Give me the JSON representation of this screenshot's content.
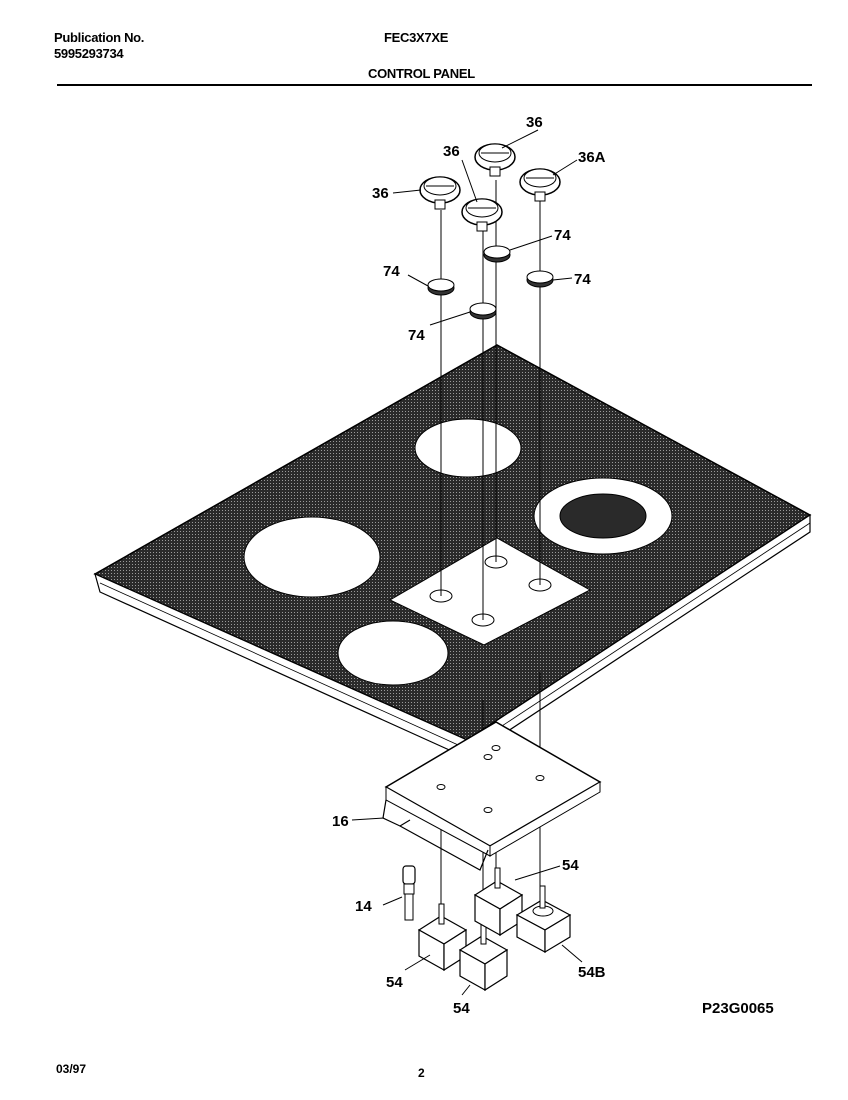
{
  "header": {
    "publication_label": "Publication No.",
    "publication_number": "5995293734",
    "model": "FEC3X7XE",
    "section_title": "CONTROL PANEL"
  },
  "callouts": {
    "knob_top": "36",
    "knob_mid": "36",
    "knob_left": "36",
    "knob_right": "36A",
    "bezel_top_right": "74",
    "bezel_left": "74",
    "bezel_right": "74",
    "bezel_mid": "74",
    "bracket": "16",
    "indicator_light": "14",
    "switch_upper": "54",
    "switch_left": "54",
    "switch_bottom": "54",
    "switch_right": "54B"
  },
  "figure_id": "P23G0065",
  "footer": {
    "date": "03/97",
    "page": "2"
  }
}
